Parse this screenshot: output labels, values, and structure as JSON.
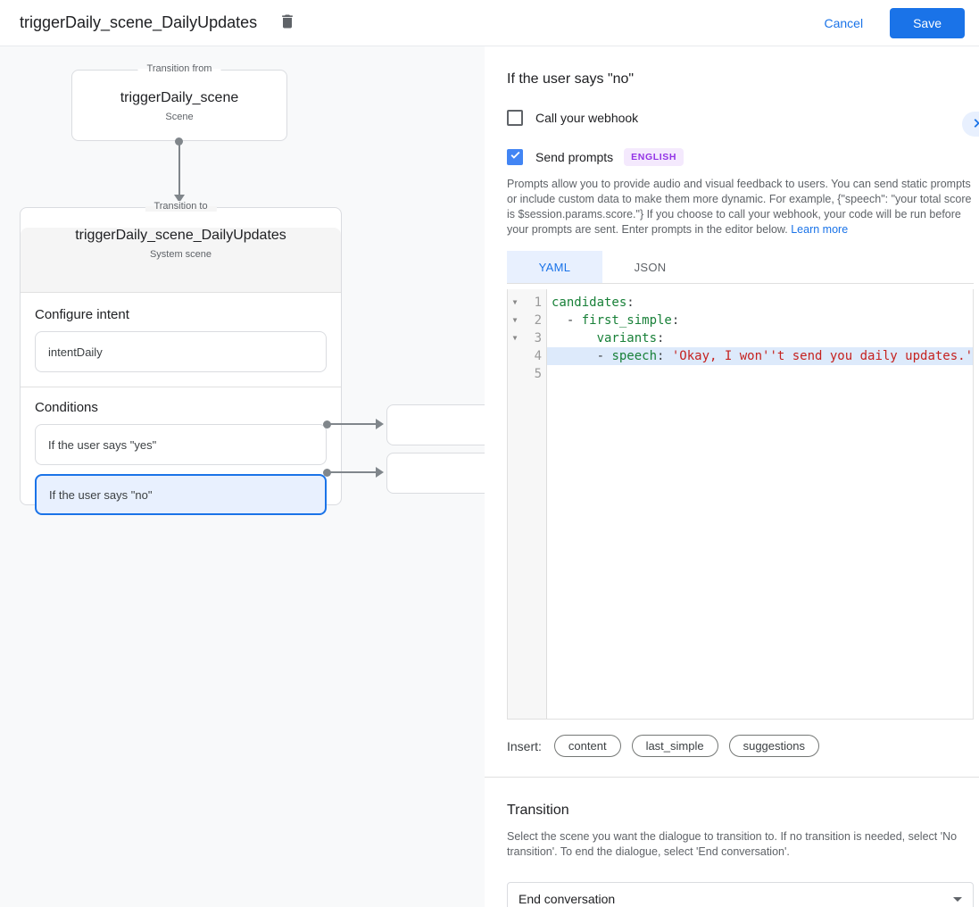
{
  "colors": {
    "accent": "#1a73e8",
    "selected_bg": "#e8f0fe",
    "badge_bg": "#f4e9fd",
    "badge_text": "#9334e6",
    "code_key": "#188038",
    "code_string": "#c5221f"
  },
  "header": {
    "title": "triggerDaily_scene_DailyUpdates",
    "cancel_label": "Cancel",
    "save_label": "Save"
  },
  "diagram": {
    "from_box": {
      "legend": "Transition from",
      "title": "triggerDaily_scene",
      "subtitle": "Scene"
    },
    "to_box": {
      "legend": "Transition to",
      "title": "triggerDaily_scene_DailyUpdates",
      "subtitle": "System scene"
    },
    "configure_intent": {
      "heading": "Configure intent",
      "value": "intentDaily"
    },
    "conditions": {
      "heading": "Conditions",
      "items": [
        {
          "label": "If the user says \"yes\"",
          "selected": false
        },
        {
          "label": "If the user says \"no\"",
          "selected": true
        }
      ]
    }
  },
  "panel": {
    "title": "If the user says \"no\"",
    "webhook_checkbox": {
      "label": "Call your webhook",
      "checked": false
    },
    "prompts_checkbox": {
      "label": "Send prompts",
      "checked": true,
      "badge": "ENGLISH"
    },
    "description": "Prompts allow you to provide audio and visual feedback to users. You can send static prompts or include custom data to make them more dynamic. For example, {\"speech\": \"your total score is $session.params.score.\"} If you choose to call your webhook, your code will be run before your prompts are sent. Enter prompts in the editor below. ",
    "learn_more": "Learn more",
    "tabs": [
      {
        "label": "YAML",
        "active": true
      },
      {
        "label": "JSON",
        "active": false
      }
    ],
    "editor": {
      "lines": [
        {
          "number": "1",
          "fold": true,
          "highlight": false,
          "tokens": [
            {
              "type": "key",
              "text": "candidates"
            },
            {
              "type": "plain",
              "text": ":"
            }
          ]
        },
        {
          "number": "2",
          "fold": true,
          "highlight": false,
          "tokens": [
            {
              "type": "plain",
              "text": "  - "
            },
            {
              "type": "key",
              "text": "first_simple"
            },
            {
              "type": "plain",
              "text": ":"
            }
          ]
        },
        {
          "number": "3",
          "fold": true,
          "highlight": false,
          "tokens": [
            {
              "type": "plain",
              "text": "      "
            },
            {
              "type": "key",
              "text": "variants"
            },
            {
              "type": "plain",
              "text": ":"
            }
          ]
        },
        {
          "number": "4",
          "fold": false,
          "highlight": true,
          "tokens": [
            {
              "type": "plain",
              "text": "      - "
            },
            {
              "type": "key",
              "text": "speech"
            },
            {
              "type": "plain",
              "text": ": "
            },
            {
              "type": "string",
              "text": "'Okay, I won''t send you daily updates.'"
            }
          ]
        },
        {
          "number": "5",
          "fold": false,
          "highlight": false,
          "tokens": []
        }
      ]
    },
    "insert": {
      "label": "Insert:",
      "chips": [
        "content",
        "last_simple",
        "suggestions"
      ]
    },
    "transition": {
      "heading": "Transition",
      "description": "Select the scene you want the dialogue to transition to. If no transition is needed, select 'No transition'. To end the dialogue, select 'End conversation'.",
      "select_value": "End conversation"
    }
  }
}
